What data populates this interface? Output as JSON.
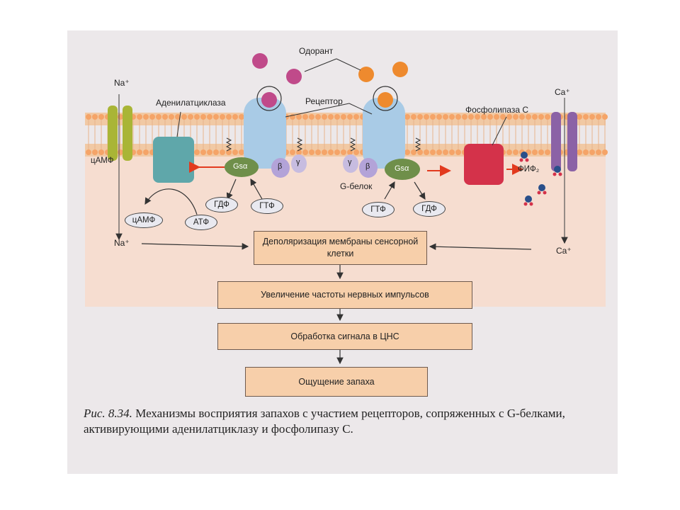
{
  "labels": {
    "odorant": "Одорант",
    "receptor": "Рецептор",
    "adenylate_cyclase": "Аденилатциклаза",
    "phospholipase": "Фосфолипаза С",
    "g_protein": "G-белок",
    "na_top": "Na⁺",
    "na_bottom": "Na⁺",
    "ca_top": "Ca⁺",
    "ca_bottom": "Ca⁺",
    "camp_channel": "цАМФ",
    "pip2": "ФИФ₂",
    "gs_left": "Gsα",
    "beta_left": "β",
    "gamma_left": "γ",
    "gs_right": "Gsα",
    "beta_right": "β",
    "gamma_right": "γ"
  },
  "ovals": {
    "gdp_left": "ГДФ",
    "gtp_left": "ГТФ",
    "gtp_right": "ГТФ",
    "gdp_right": "ГДФ",
    "camp": "цАМФ",
    "atp": "АТФ"
  },
  "stages": {
    "depolarization": "Деполяризация мембраны сенсорной клетки",
    "impulses": "Увеличение частоты нервных импульсов",
    "cns": "Обработка сигнала в ЦНС",
    "smell": "Ощущение запаха"
  },
  "caption": {
    "prefix": "Рис. 8.34.",
    "text": " Механизмы восприятия запахов с участием рецепторов, сопряженных с G-белками, активирующими аденилатциклазу и фосфолипазу С."
  },
  "colors": {
    "odorant_purple": "#c04a8a",
    "odorant_orange": "#ee8a2e",
    "receptor": "#a9cbe6",
    "cyclase": "#5fa7aa",
    "phospholipase": "#d4324a",
    "gs": "#6f8f4a",
    "na_channel": "#a9b536",
    "ca_channel": "#8b62a6",
    "stage_fill": "#f7cfaa"
  }
}
